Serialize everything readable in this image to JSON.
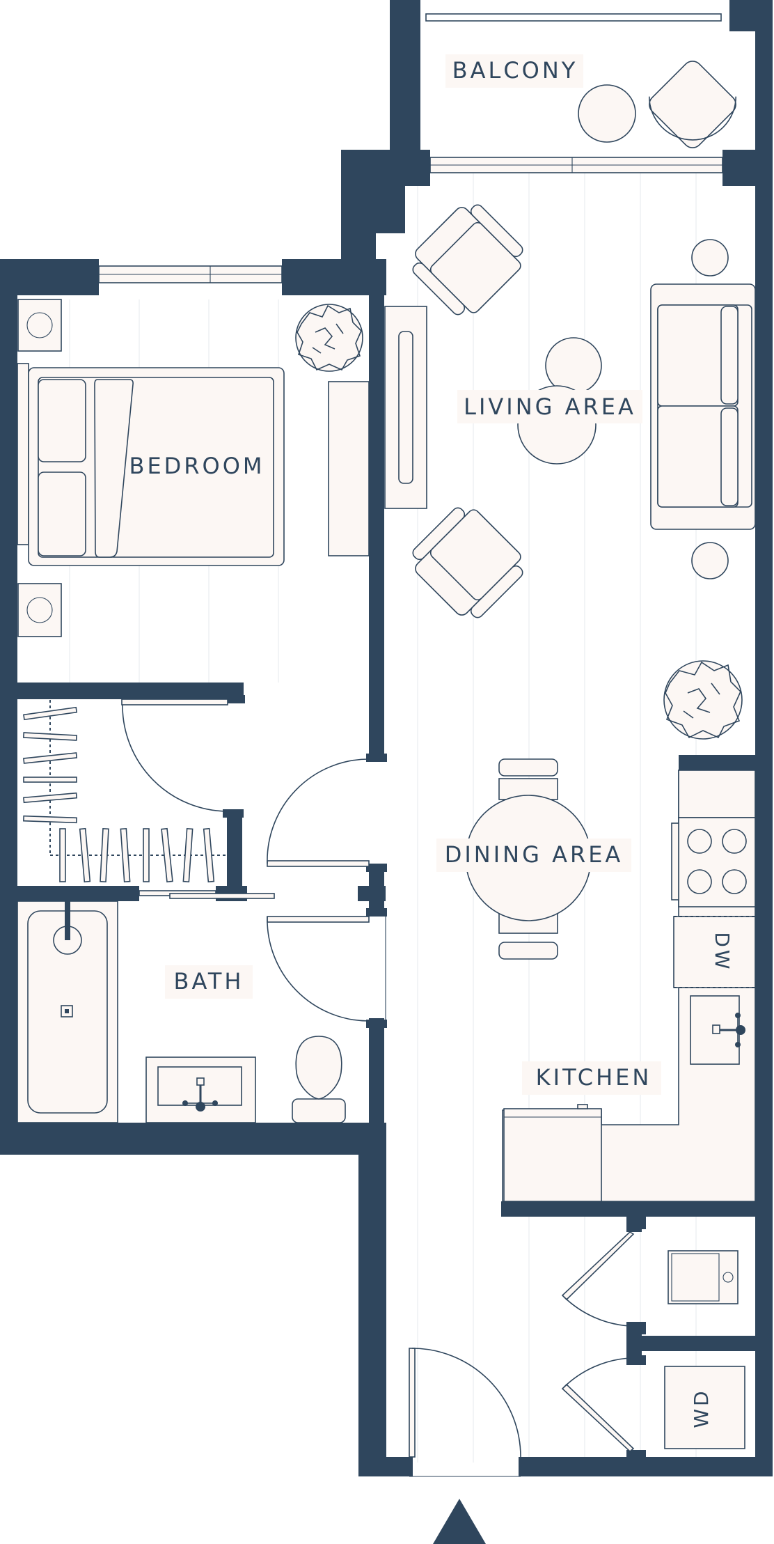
{
  "rooms": {
    "balcony": "BALCONY",
    "living": "LIVING AREA",
    "bedroom": "BEDROOM",
    "dining": "DINING AREA",
    "bath": "BATH",
    "kitchen": "KITCHEN"
  },
  "appliances": {
    "dishwasher": "DW",
    "washer_dryer": "WD"
  },
  "colors": {
    "wall": "#2f465d",
    "furniture_fill": "#fcf7f4",
    "floor": "#ffffff"
  },
  "icons": {
    "entrance": "north-arrow-triangle",
    "plants": "potted-plant-icon"
  }
}
